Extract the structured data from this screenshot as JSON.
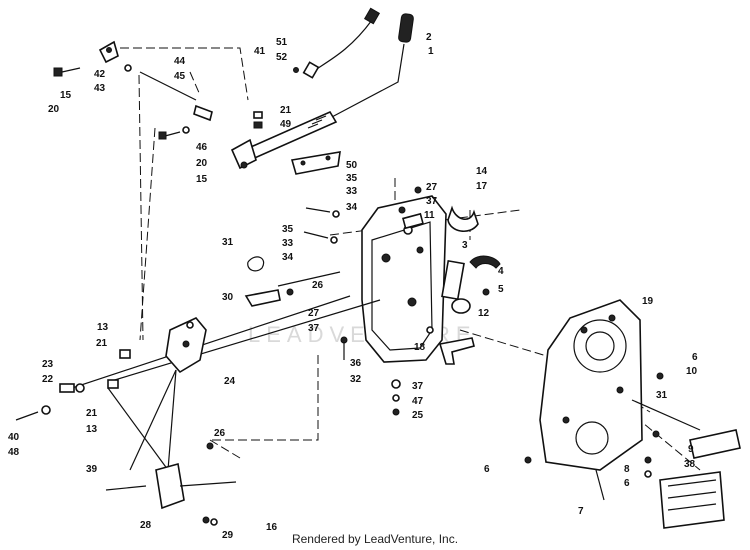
{
  "diagram": {
    "callouts": [
      "1",
      "2",
      "3",
      "4",
      "5",
      "6",
      "7",
      "8",
      "9",
      "10",
      "11",
      "12",
      "13",
      "14",
      "15",
      "16",
      "17",
      "18",
      "19",
      "20",
      "21",
      "22",
      "23",
      "24",
      "25",
      "26",
      "27",
      "28",
      "29",
      "30",
      "31",
      "32",
      "33",
      "34",
      "35",
      "36",
      "37",
      "38",
      "39",
      "40",
      "41",
      "42",
      "43",
      "44",
      "45",
      "46",
      "47",
      "48",
      "49",
      "50",
      "51",
      "52"
    ],
    "labels": {
      "l1": "1",
      "l2": "2",
      "l3": "3",
      "l4": "4",
      "l5": "5",
      "l6a": "6",
      "l6b": "6",
      "l6c": "6",
      "l7": "7",
      "l8": "8",
      "l9": "9",
      "l10": "10",
      "l11": "11",
      "l12": "12",
      "l13a": "13",
      "l13b": "13",
      "l14": "14",
      "l15a": "15",
      "l15b": "15",
      "l16": "16",
      "l17": "17",
      "l18": "18",
      "l19": "19",
      "l20a": "20",
      "l20b": "20",
      "l21a": "21",
      "l21b": "21",
      "l21c": "21",
      "l22": "22",
      "l23": "23",
      "l24": "24",
      "l25": "25",
      "l26a": "26",
      "l26b": "26",
      "l27a": "27",
      "l27b": "27",
      "l28": "28",
      "l29": "29",
      "l30": "30",
      "l31a": "31",
      "l31b": "31",
      "l32": "32",
      "l33a": "33",
      "l33b": "33",
      "l34a": "34",
      "l34b": "34",
      "l35a": "35",
      "l35b": "35",
      "l36": "36",
      "l37a": "37",
      "l37b": "37",
      "l37c": "37",
      "l38": "38",
      "l39": "39",
      "l40": "40",
      "l41": "41",
      "l42": "42",
      "l43": "43",
      "l44": "44",
      "l45": "45",
      "l46": "46",
      "l47": "47",
      "l48": "48",
      "l49": "49",
      "l50": "50",
      "l51": "51",
      "l52": "52"
    }
  },
  "watermark": "LEADVENTURE",
  "footer": "Rendered by LeadVenture, Inc."
}
